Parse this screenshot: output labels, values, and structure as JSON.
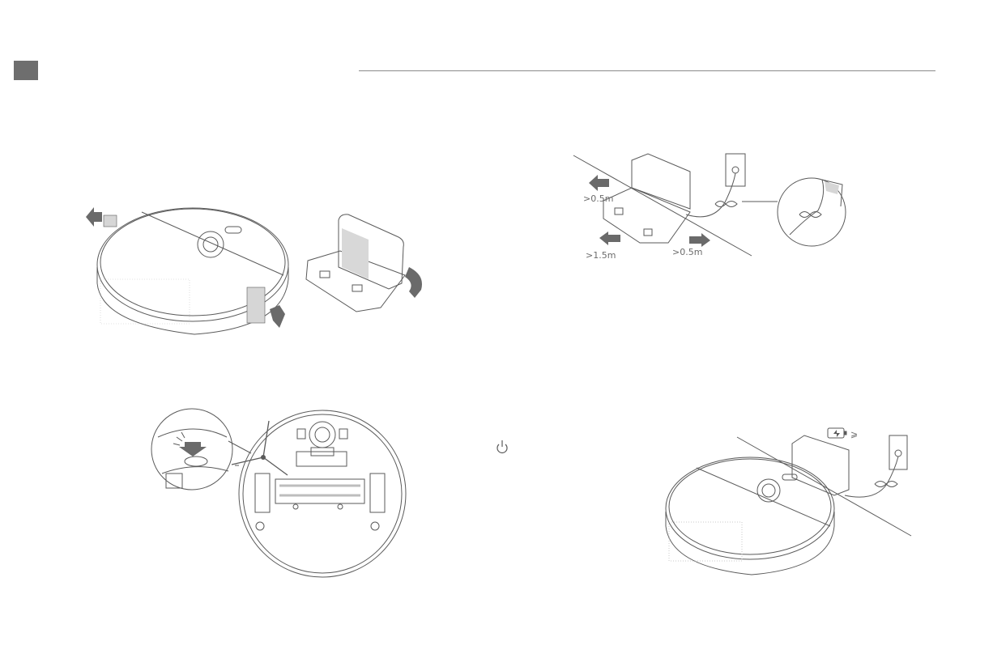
{
  "header": {
    "tab_color": "#6e6e6e",
    "rule_color": "#8a8a8a"
  },
  "placement": {
    "clearance_side_left": ">0.5m",
    "clearance_front": ">1.5m",
    "clearance_side_right": ">0.5m"
  },
  "power": {
    "icon": "power-icon"
  },
  "charging": {
    "icon": "battery-charging-icon",
    "symbol": "⩾"
  },
  "colors": {
    "line": "#5a5a5a",
    "arrow": "#6a6a6a",
    "light_fill": "#d9d9d9"
  }
}
